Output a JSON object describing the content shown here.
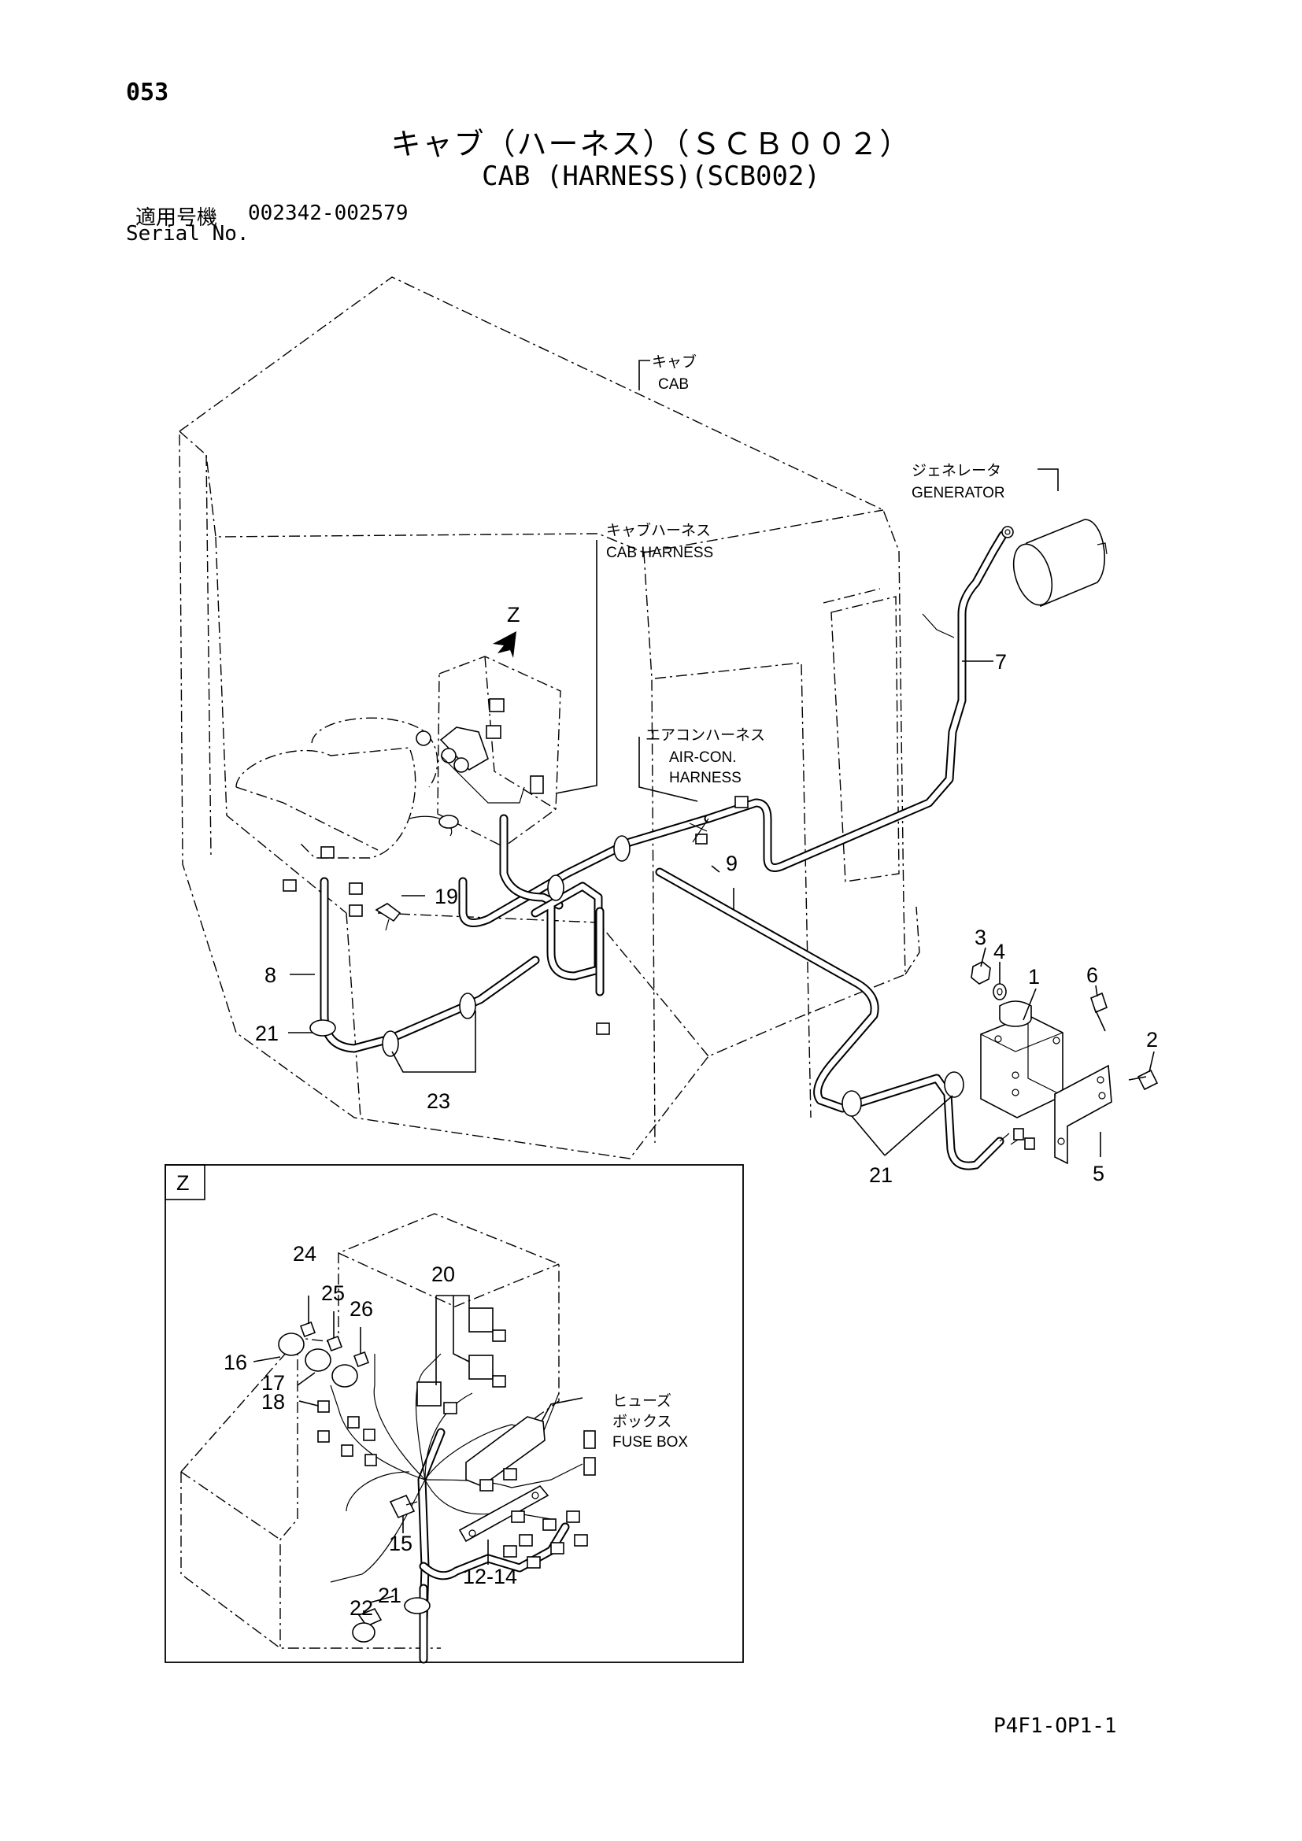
{
  "page_number": "053",
  "title_jp": "キャブ（ハーネス）（ＳＣＢ００２）",
  "title_en": "CAB (HARNESS)(SCB002)",
  "serial": {
    "label_jp": "適用号機",
    "range": "002342-002579",
    "label_en": "Serial No."
  },
  "labels": {
    "cab_jp": "キャブ",
    "cab_en": "CAB",
    "generator_jp": "ジェネレータ",
    "generator_en": "GENERATOR",
    "cab_harness_jp": "キャブハーネス",
    "cab_harness_en": "CAB HARNESS",
    "aircon_jp": "エアコンハーネス",
    "aircon_en_1": "AIR-CON.",
    "aircon_en_2": "HARNESS",
    "fuse_jp_1": "ヒューズ",
    "fuse_jp_2": "ボックス",
    "fuse_en": "FUSE BOX",
    "view_arrow": "Z",
    "detail_tag": "Z"
  },
  "callouts": {
    "c1": "1",
    "c2": "2",
    "c3": "3",
    "c4": "4",
    "c5": "5",
    "c6": "6",
    "c7": "7",
    "c8": "8",
    "c9": "9",
    "c12_14": "12-14",
    "c15": "15",
    "c16": "16",
    "c17": "17",
    "c18": "18",
    "c19": "19",
    "c20": "20",
    "c21a": "21",
    "c21b": "21",
    "c21c": "21",
    "c22": "22",
    "c23": "23",
    "c24": "24",
    "c25": "25",
    "c26": "26"
  },
  "footer_code": "P4F1-OP1-1"
}
